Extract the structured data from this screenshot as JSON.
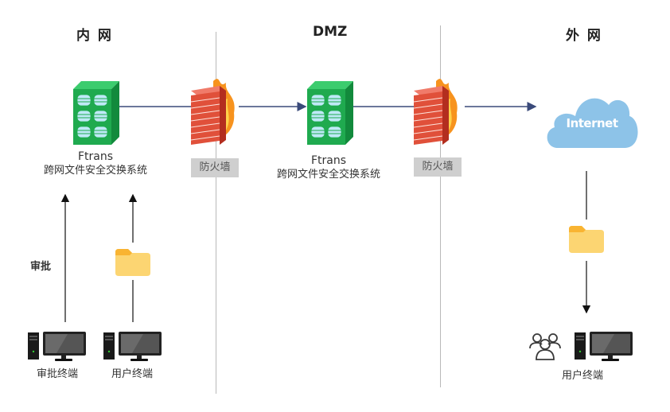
{
  "zones": {
    "intranet": "内 网",
    "dmz": "DMZ",
    "extranet": "外 网"
  },
  "nodes": {
    "ftrans_internal": {
      "name": "Ftrans",
      "subtitle": "跨网文件安全交换系统"
    },
    "firewall_1": {
      "label": "防火墙"
    },
    "ftrans_dmz": {
      "name": "Ftrans",
      "subtitle": "跨网文件安全交换系统"
    },
    "firewall_2": {
      "label": "防火墙"
    },
    "internet": {
      "label": "Internet"
    },
    "approval_terminal": {
      "label": "审批终端"
    },
    "user_terminal_internal": {
      "label": "用户终端"
    },
    "user_terminal_external": {
      "label": "用户终端"
    }
  },
  "edges": {
    "approval_edge_label": "审批"
  },
  "colors": {
    "server_green": "#1faa4f",
    "cloud_blue": "#8dc3e8",
    "folder_yellow": "#fcd572",
    "arrow_navy": "#3a4a7a",
    "divider_gray": "#b9b9b9"
  }
}
